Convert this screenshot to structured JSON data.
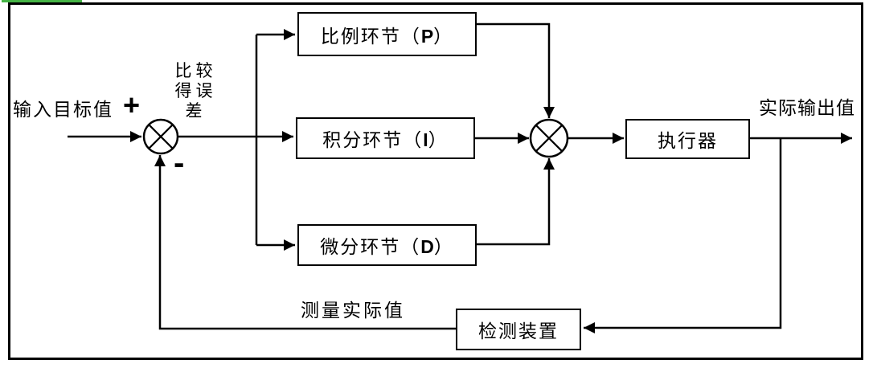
{
  "diagram": {
    "title_semantic": "PID control loop block diagram",
    "labels": {
      "input": "输入目标值",
      "plus": "+",
      "minus": "-",
      "error_lines": [
        "比较",
        "得误",
        "差"
      ],
      "measured": "测量实际值",
      "output": "实际输出值"
    },
    "blocks": {
      "proportional": {
        "prefix": "比例环节（",
        "letter": "P",
        "suffix": "）"
      },
      "integral": {
        "prefix": "积分环节（",
        "letter": "I",
        "suffix": "）"
      },
      "derivative": {
        "prefix": "微分环节（",
        "letter": "D",
        "suffix": "）"
      },
      "actuator": {
        "label": "执行器"
      },
      "detector": {
        "label": "检测装置"
      }
    },
    "colors": {
      "line": "#000000",
      "background": "#ffffff",
      "green_mark": "#46b446"
    }
  }
}
